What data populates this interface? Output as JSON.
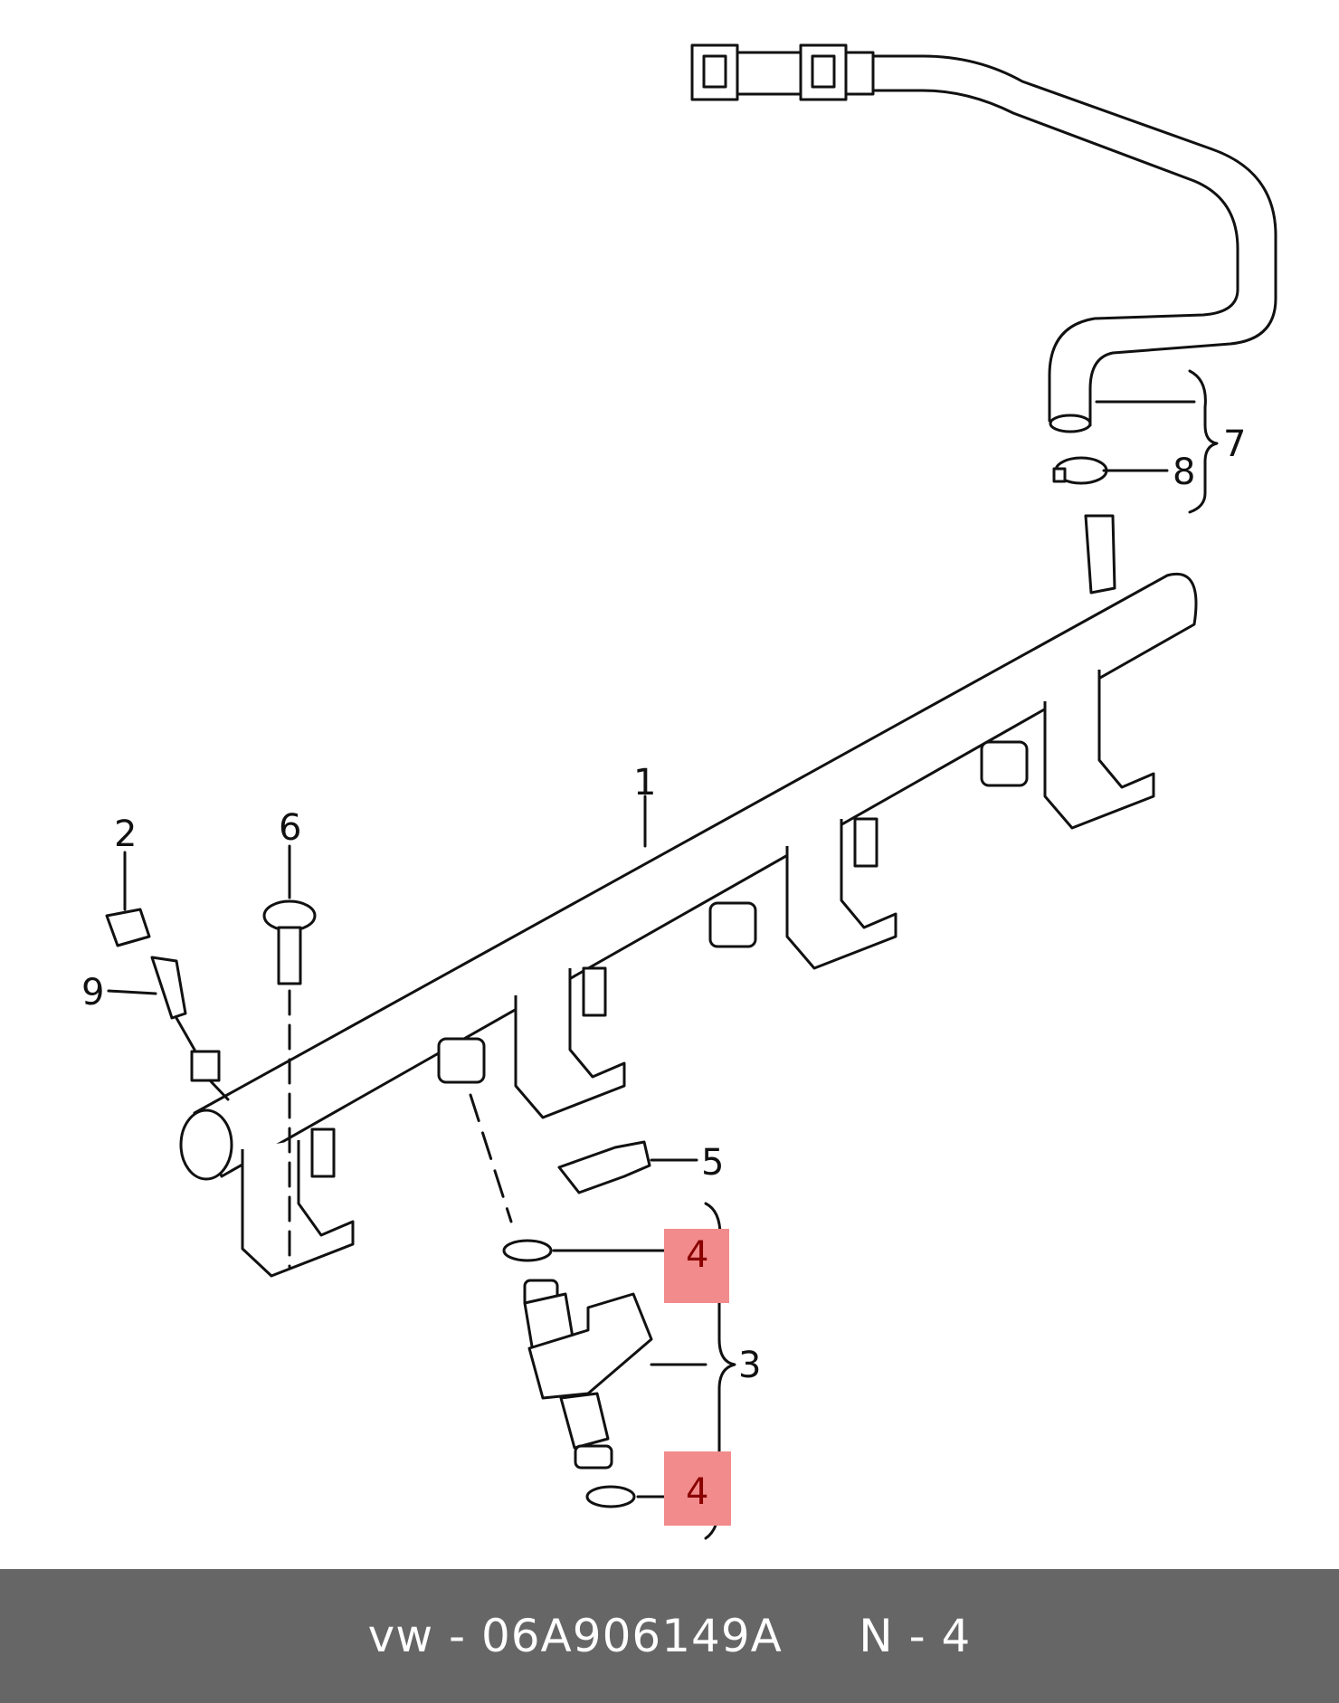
{
  "diagram": {
    "callouts": [
      {
        "id": "1",
        "label": "1"
      },
      {
        "id": "2",
        "label": "2"
      },
      {
        "id": "3",
        "label": "3"
      },
      {
        "id": "4a",
        "label": "4",
        "highlighted": true
      },
      {
        "id": "4b",
        "label": "4",
        "highlighted": true
      },
      {
        "id": "5",
        "label": "5"
      },
      {
        "id": "6",
        "label": "6"
      },
      {
        "id": "7",
        "label": "7"
      },
      {
        "id": "8",
        "label": "8"
      },
      {
        "id": "9",
        "label": "9"
      }
    ],
    "highlight_color": "#f28b8b"
  },
  "footer": {
    "brand": "vw",
    "part_number": "06A906149A",
    "position": "N - 4",
    "text": "vw - 06A906149A     N - 4",
    "background": "#666666"
  }
}
